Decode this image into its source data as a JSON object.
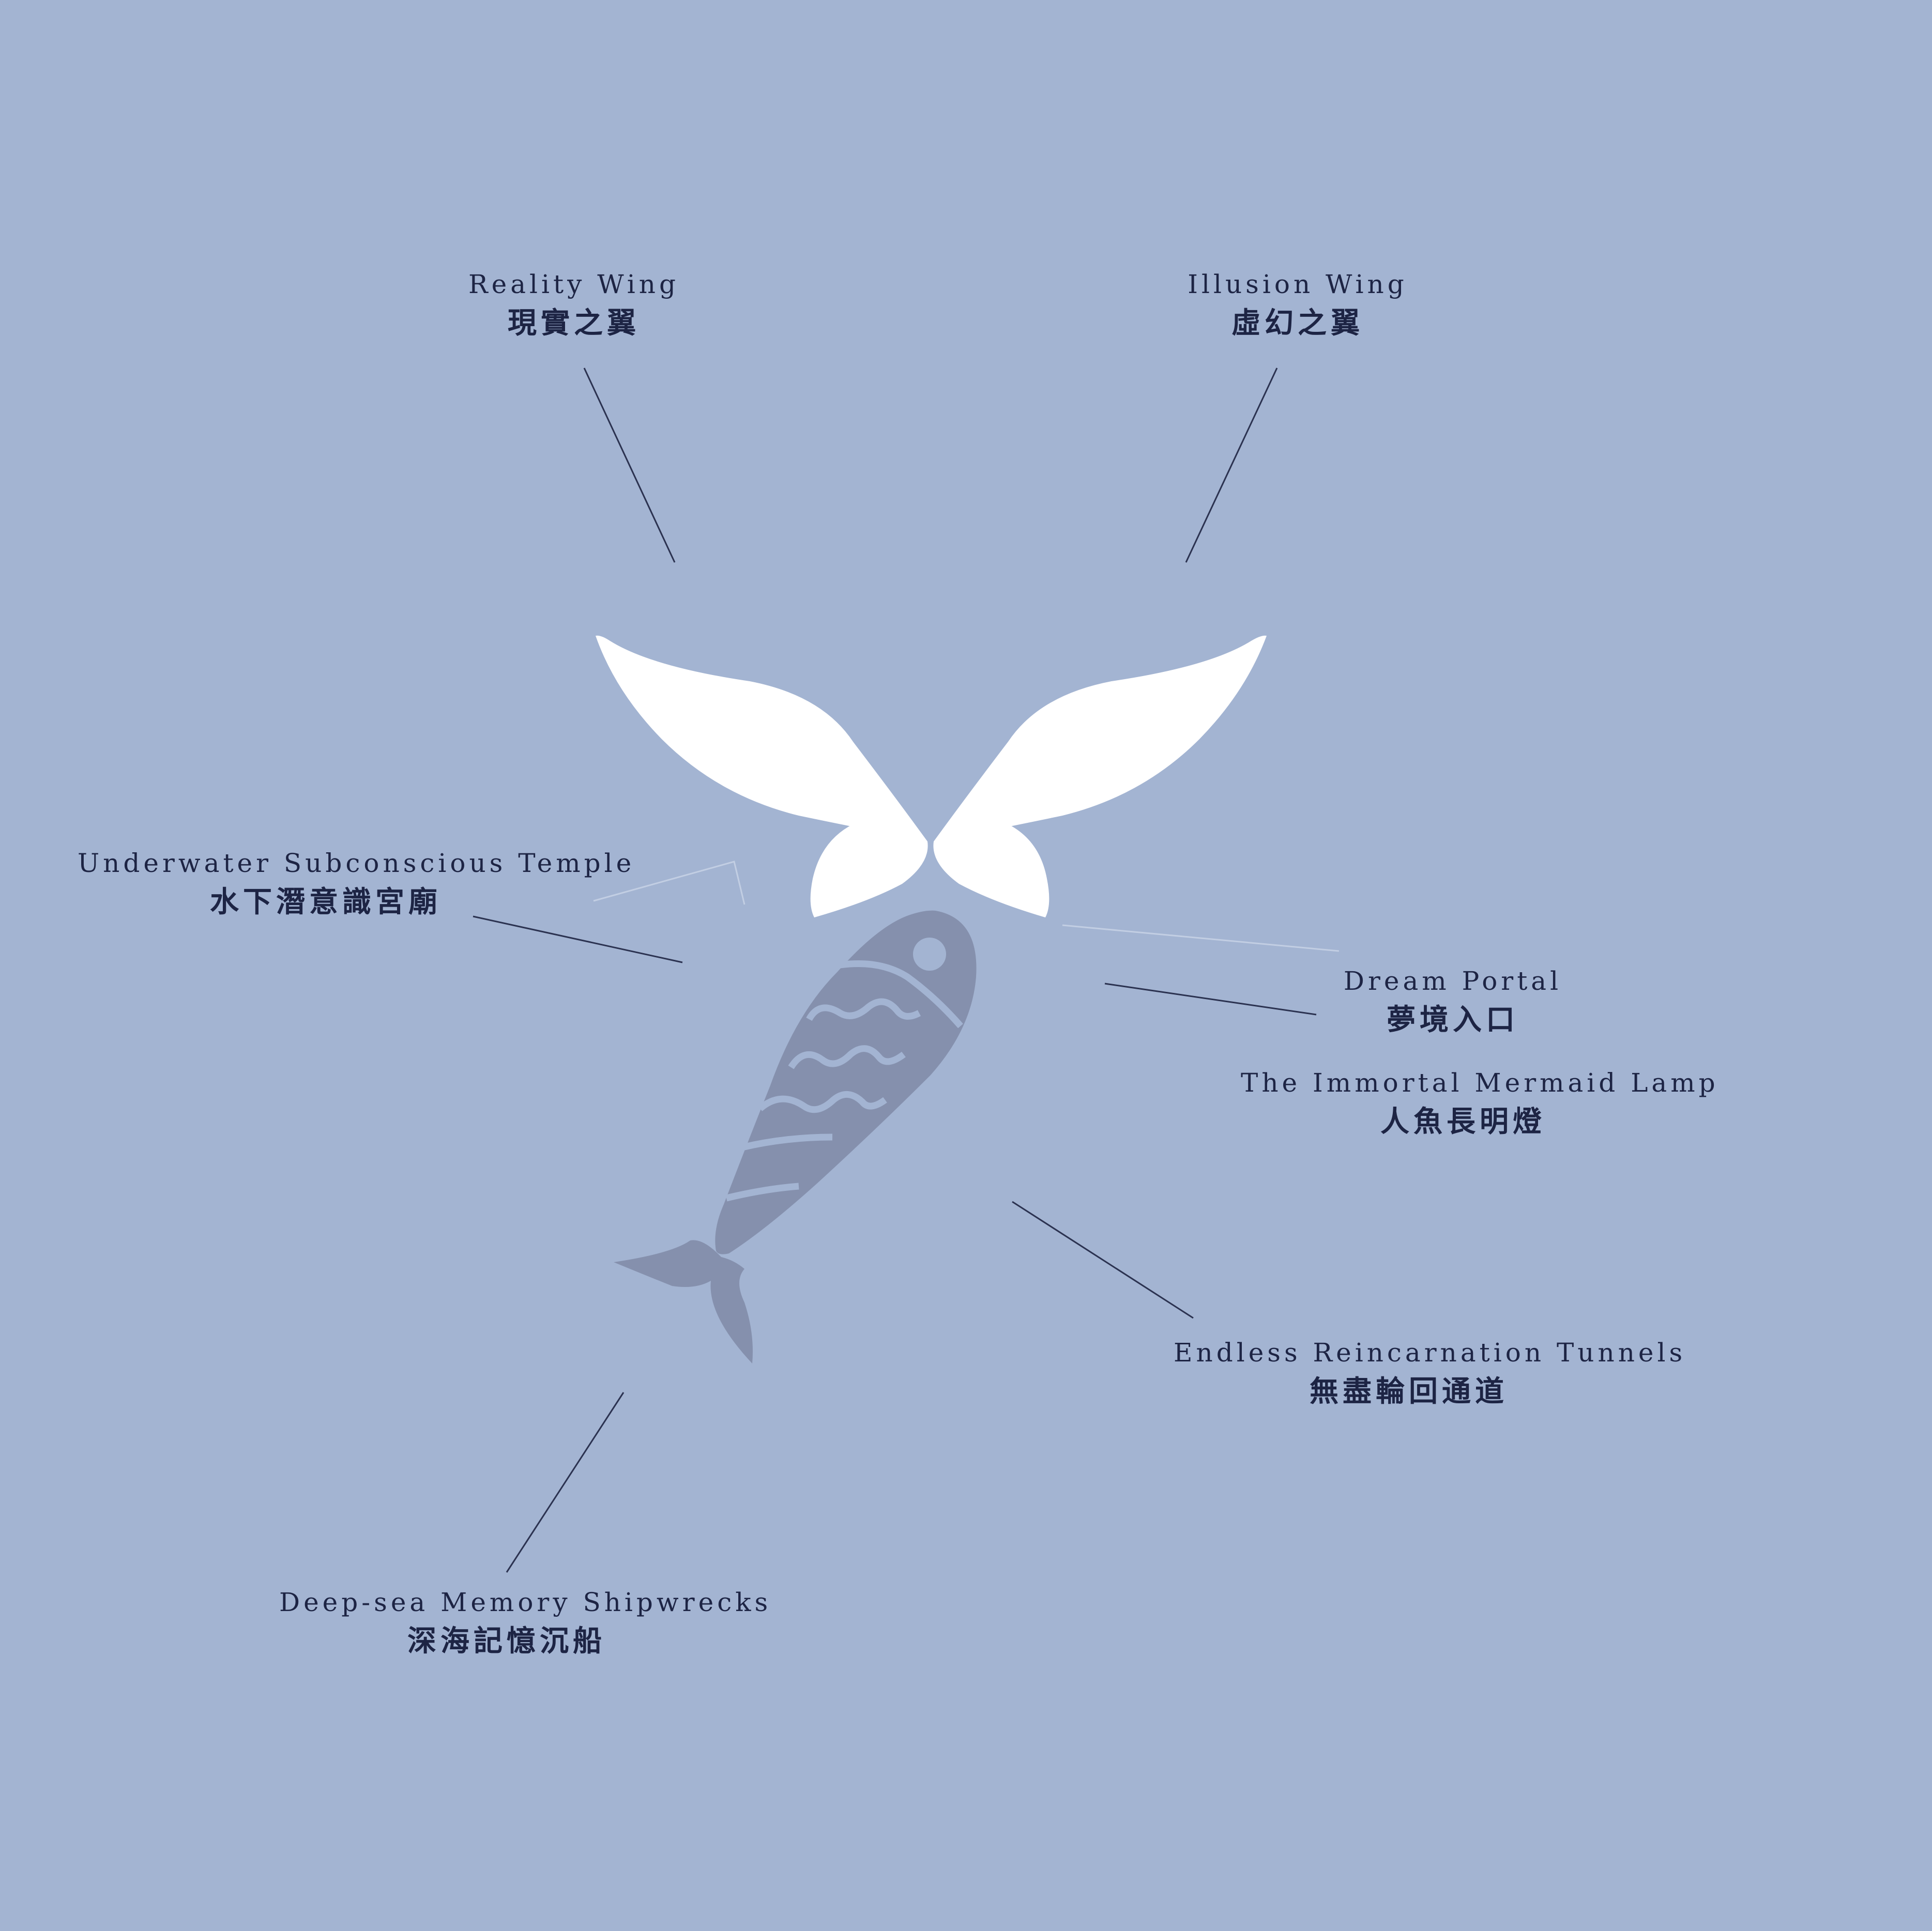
{
  "colors": {
    "background": "#a3b4d2",
    "wings": "#ffffff",
    "fish": "#8590ad",
    "text": "#1d2444",
    "leader_line": "#2b3250"
  },
  "icons": {
    "wings": "butterfly-wings-icon",
    "fish": "fish-icon"
  },
  "labels": {
    "reality_wing": {
      "en": "Reality Wing",
      "zh": "現實之翼"
    },
    "illusion_wing": {
      "en": "Illusion Wing",
      "zh": "虛幻之翼"
    },
    "temple": {
      "en": "Underwater Subconscious Temple",
      "zh": "水下潛意識宮廟"
    },
    "dream_portal": {
      "en": "Dream Portal",
      "zh": "夢境入口"
    },
    "mermaid_lamp": {
      "en": "The Immortal Mermaid Lamp",
      "zh": "人魚長明燈"
    },
    "tunnels": {
      "en": "Endless Reincarnation Tunnels",
      "zh": "無盡輪回通道"
    },
    "shipwrecks": {
      "en": "Deep-sea Memory Shipwrecks",
      "zh": "深海記憶沉船"
    }
  }
}
